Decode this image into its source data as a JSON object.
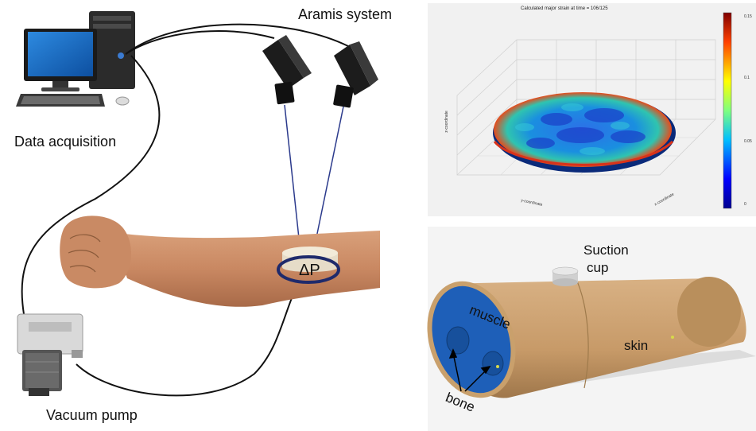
{
  "labels": {
    "aramis": "Aramis system",
    "data_acquisition": "Data acquisition",
    "vacuum_pump": "Vacuum pump",
    "delta_p": "ΔP",
    "suction": "Suction",
    "cup": "cup",
    "muscle": "muscle",
    "skin": "skin",
    "bone": "bone"
  },
  "plot": {
    "title": "Calculated major strain at time = 106/125",
    "xlabel": "x-coordinate",
    "ylabel": "y-coordinate",
    "zlabel": "z-coordinate",
    "colorbar_ticks": [
      "0.15",
      "0.1",
      "0.05",
      "0"
    ]
  },
  "colors": {
    "cable": "#111111",
    "laser_line": "#2b3a8c",
    "ring": "#1f2a6b",
    "muscle_blue": "#1e5fb8",
    "skin_tan": "#c9a06c"
  }
}
